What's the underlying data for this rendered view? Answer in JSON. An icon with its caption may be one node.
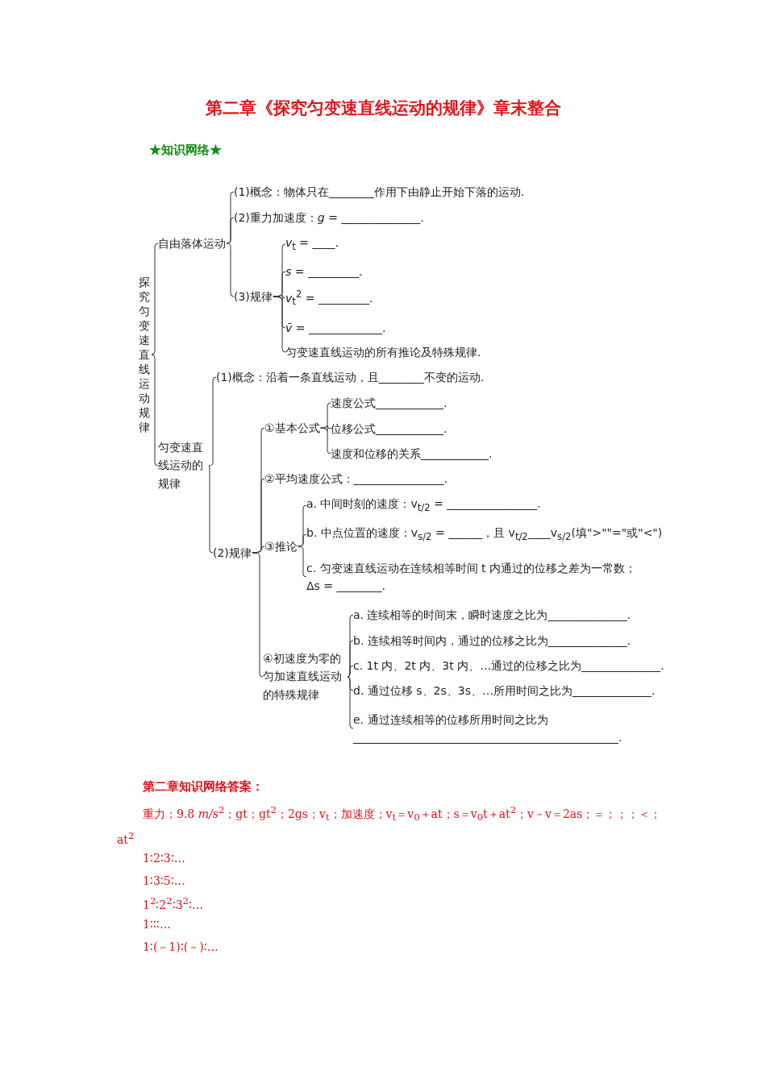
{
  "diagram": {
    "title": "第二章《探究匀变速直线运动的规律》章末整合",
    "nodes": [
      {
        "text": [
          "探究匀变速直线运动规律"
        ]
      },
      {
        "text": [
          "自由落体运动"
        ]
      },
      {
        "text": [
          "(1)概念：物体只在________作用下由静止开始下落的运动."
        ]
      },
      {
        "text": [
          "(2)重力加速度：*g* = ______________."
        ]
      },
      {
        "text": [
          "(3)规律"
        ]
      },
      {
        "text": [
          "*v*$_{t}$ = ____."
        ]
      },
      {
        "text": [
          "*s* = _________."
        ]
      },
      {
        "text": [
          "*v*$_{t}$$^{2}$ = _________."
        ]
      },
      {
        "text": [
          "*v̄* = _____________."
        ]
      },
      {
        "text": [
          "匀变速直线运动的所有推论及特殊规律."
        ]
      },
      {
        "text": [
          "匀变速直线运动的规律"
        ]
      },
      {
        "text": [
          "(1)概念：沿着一条直线运动，且________不变的运动."
        ]
      },
      {
        "text": [
          "(2)规律"
        ]
      },
      {
        "text": [
          "①基本公式"
        ]
      },
      {
        "text": [
          "速度公式____________."
        ]
      },
      {
        "text": [
          "位移公式____________."
        ]
      },
      {
        "text": [
          "速度和位移的关系____________."
        ]
      },
      {
        "text": [
          "②平均速度公式：________________."
        ]
      },
      {
        "text": [
          "③推论"
        ]
      },
      {
        "text": [
          "a. 中间时刻的速度：v$_{t/2}$ = ________________."
        ]
      },
      {
        "text": [
          "b. 中点位置的速度：v$_{s/2}$ = ______，且 v$_{t/2}$____v$_{s/2}$(填\">\"\"=\"或\"<\")"
        ]
      },
      {
        "text": [
          "c. 匀变速直线运动在连续相等时间 t 内通过的位移之差为一常数；",
          "Δs = ________."
        ]
      },
      {
        "text": [
          "④初速度为零的匀加速直线运动的特殊规律"
        ]
      },
      {
        "text": [
          "a. 连续相等的时间末，瞬时速度之比为______________."
        ]
      },
      {
        "text": [
          "b. 连续相等时间内，通过的位移之比为______________."
        ]
      },
      {
        "text": [
          "c. 1t 内、2t 内、3t 内、…通过的位移之比为______________."
        ]
      },
      {
        "text": [
          "d. 通过位移 s、2s、3s、…所用时间之比为______________."
        ]
      },
      {
        "text": [
          "e. 通过连续相等的位移所用时间之比为 _______________________________________________."
        ]
      }
    ],
    "edges": [
      {
        "from": 0,
        "to": 1,
        "arrow": "none"
      },
      {
        "from": 0,
        "to": 10,
        "arrow": "none"
      },
      {
        "from": 1,
        "to": 2,
        "arrow": "none"
      },
      {
        "from": 1,
        "to": 3,
        "arrow": "none"
      },
      {
        "from": 1,
        "to": 4,
        "arrow": "none"
      },
      {
        "from": 4,
        "to": 5,
        "arrow": "none"
      },
      {
        "from": 4,
        "to": 6,
        "arrow": "none"
      },
      {
        "from": 4,
        "to": 7,
        "arrow": "none"
      },
      {
        "from": 4,
        "to": 8,
        "arrow": "none"
      },
      {
        "from": 4,
        "to": 9,
        "arrow": "none"
      },
      {
        "from": 10,
        "to": 11,
        "arrow": "none"
      },
      {
        "from": 10,
        "to": 12,
        "arrow": "none"
      },
      {
        "from": 12,
        "to": 13,
        "arrow": "none"
      },
      {
        "from": 12,
        "to": 17,
        "arrow": "none"
      },
      {
        "from": 12,
        "to": 18,
        "arrow": "none"
      },
      {
        "from": 12,
        "to": 22,
        "arrow": "none"
      },
      {
        "from": 13,
        "to": 14,
        "arrow": "none"
      },
      {
        "from": 13,
        "to": 15,
        "arrow": "none"
      },
      {
        "from": 13,
        "to": 16,
        "arrow": "none"
      },
      {
        "from": 18,
        "to": 19,
        "arrow": "none"
      },
      {
        "from": 18,
        "to": 20,
        "arrow": "none"
      },
      {
        "from": 18,
        "to": 21,
        "arrow": "none"
      },
      {
        "from": 22,
        "to": 23,
        "arrow": "none"
      },
      {
        "from": 22,
        "to": 24,
        "arrow": "none"
      },
      {
        "from": 22,
        "to": 25,
        "arrow": "none"
      },
      {
        "from": 22,
        "to": 26,
        "arrow": "none"
      },
      {
        "from": 22,
        "to": 27,
        "arrow": "none"
      }
    ],
    "labels": [
      "★知识网络★",
      "第二章知识网络答案：",
      "重力；9.8 *m/s*$^{2}$；gt；gt$^{2}$；2gs；v$_{t}$；加速度；v$_{t}$＝v$_{0}$＋at；s＝v$_{0}$t＋at$^{2}$；v－v＝2as；＝；；；＜；at$^{2}$",
      "1∶2∶3∶…",
      "1∶3∶5∶…",
      "1$^{2}$∶2$^{2}$∶3$^{2}$∶…",
      "1∶∶∶…",
      "1∶(－1)∶(－)∶…"
    ]
  }
}
